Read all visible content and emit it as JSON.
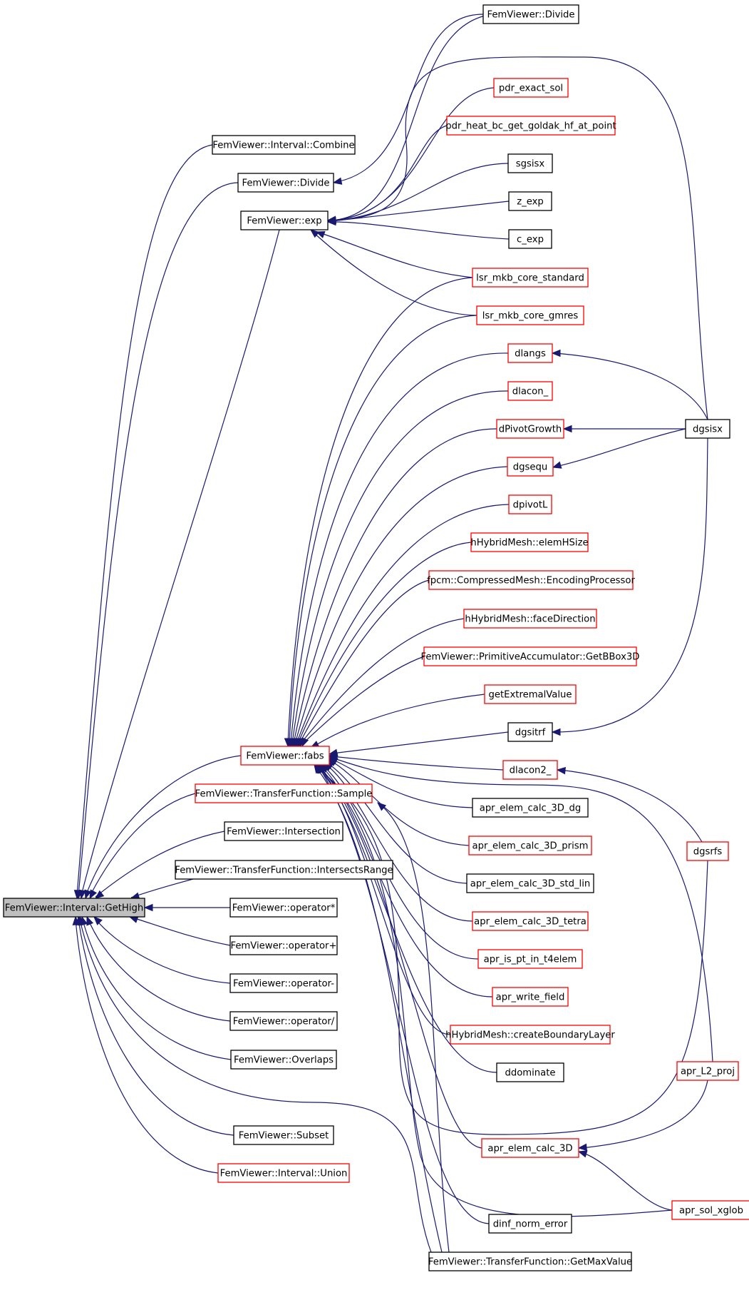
{
  "edge_color": "#191970",
  "border_colors": {
    "black": "#000000",
    "red": "#ff0000",
    "root_fill": "#bfbfbf"
  },
  "nodes": [
    {
      "id": "gethigh",
      "label": "FemViewer::Interval::GetHigh",
      "color": "root"
    },
    {
      "id": "combine",
      "label": "FemViewer::Interval::Combine",
      "color": "black"
    },
    {
      "id": "divide_l",
      "label": "FemViewer::Divide",
      "color": "black"
    },
    {
      "id": "exp",
      "label": "FemViewer::exp",
      "color": "black"
    },
    {
      "id": "fabs",
      "label": "FemViewer::fabs",
      "color": "red"
    },
    {
      "id": "sample",
      "label": "FemViewer::TransferFunction::Sample",
      "color": "red"
    },
    {
      "id": "intersection",
      "label": "FemViewer::Intersection",
      "color": "black"
    },
    {
      "id": "intersectsrange",
      "label": "FemViewer::TransferFunction::IntersectsRange",
      "color": "black"
    },
    {
      "id": "opmul",
      "label": "FemViewer::operator*",
      "color": "black"
    },
    {
      "id": "opplus",
      "label": "FemViewer::operator+",
      "color": "black"
    },
    {
      "id": "opminus",
      "label": "FemViewer::operator-",
      "color": "black"
    },
    {
      "id": "opdiv",
      "label": "FemViewer::operator/",
      "color": "black"
    },
    {
      "id": "overlaps",
      "label": "FemViewer::Overlaps",
      "color": "black"
    },
    {
      "id": "subset",
      "label": "FemViewer::Subset",
      "color": "black"
    },
    {
      "id": "union",
      "label": "FemViewer::Interval::Union",
      "color": "red"
    },
    {
      "id": "divide_r",
      "label": "FemViewer::Divide",
      "color": "black"
    },
    {
      "id": "pdr_exact",
      "label": "pdr_exact_sol",
      "color": "red"
    },
    {
      "id": "pdr_heat",
      "label": "pdr_heat_bc_get_goldak_hf_at_point",
      "color": "red"
    },
    {
      "id": "sgsisx",
      "label": "sgsisx",
      "color": "black"
    },
    {
      "id": "z_exp",
      "label": "z_exp",
      "color": "black"
    },
    {
      "id": "c_exp",
      "label": "c_exp",
      "color": "black"
    },
    {
      "id": "lsr_std",
      "label": "lsr_mkb_core_standard",
      "color": "red"
    },
    {
      "id": "lsr_gmres",
      "label": "lsr_mkb_core_gmres",
      "color": "red"
    },
    {
      "id": "dlangs",
      "label": "dlangs",
      "color": "red"
    },
    {
      "id": "dlacon",
      "label": "dlacon_",
      "color": "red"
    },
    {
      "id": "dpivotgrowth",
      "label": "dPivotGrowth",
      "color": "red"
    },
    {
      "id": "dgsequ",
      "label": "dgsequ",
      "color": "red"
    },
    {
      "id": "dpivotl",
      "label": "dpivotL",
      "color": "red"
    },
    {
      "id": "elemhsize",
      "label": "hHybridMesh::elemHSize",
      "color": "red"
    },
    {
      "id": "encproc",
      "label": "fpcm::CompressedMesh::EncodingProcessor",
      "color": "red"
    },
    {
      "id": "facedir",
      "label": "hHybridMesh::faceDirection",
      "color": "red"
    },
    {
      "id": "getbbox",
      "label": "FemViewer::PrimitiveAccumulator::GetBBox3D",
      "color": "red"
    },
    {
      "id": "getextremal",
      "label": "getExtremalValue",
      "color": "red"
    },
    {
      "id": "dgsitrf",
      "label": "dgsitrf",
      "color": "black"
    },
    {
      "id": "dlacon2",
      "label": "dlacon2_",
      "color": "red"
    },
    {
      "id": "apr_dg",
      "label": "apr_elem_calc_3D_dg",
      "color": "black"
    },
    {
      "id": "apr_prism",
      "label": "apr_elem_calc_3D_prism",
      "color": "red"
    },
    {
      "id": "apr_stdlin",
      "label": "apr_elem_calc_3D_std_lin",
      "color": "black"
    },
    {
      "id": "apr_tetra",
      "label": "apr_elem_calc_3D_tetra",
      "color": "red"
    },
    {
      "id": "apr_ispt",
      "label": "apr_is_pt_in_t4elem",
      "color": "red"
    },
    {
      "id": "apr_write",
      "label": "apr_write_field",
      "color": "red"
    },
    {
      "id": "createbl",
      "label": "hHybridMesh::createBoundaryLayer",
      "color": "red"
    },
    {
      "id": "ddominate",
      "label": "ddominate",
      "color": "black"
    },
    {
      "id": "apr_calc3d",
      "label": "apr_elem_calc_3D",
      "color": "red"
    },
    {
      "id": "dinf",
      "label": "dinf_norm_error",
      "color": "black"
    },
    {
      "id": "getmax",
      "label": "FemViewer::TransferFunction::GetMaxValue",
      "color": "black"
    },
    {
      "id": "dgsisx",
      "label": "dgsisx",
      "color": "black"
    },
    {
      "id": "dgsrfs",
      "label": "dgsrfs",
      "color": "red"
    },
    {
      "id": "apr_l2",
      "label": "apr_L2_proj",
      "color": "red"
    },
    {
      "id": "apr_xglob",
      "label": "apr_sol_xglob",
      "color": "red"
    }
  ],
  "edges": [
    {
      "from": "combine",
      "to": "gethigh"
    },
    {
      "from": "divide_l",
      "to": "gethigh"
    },
    {
      "from": "exp",
      "to": "gethigh"
    },
    {
      "from": "fabs",
      "to": "gethigh"
    },
    {
      "from": "sample",
      "to": "gethigh"
    },
    {
      "from": "intersection",
      "to": "gethigh"
    },
    {
      "from": "intersectsrange",
      "to": "gethigh"
    },
    {
      "from": "opmul",
      "to": "gethigh"
    },
    {
      "from": "opplus",
      "to": "gethigh"
    },
    {
      "from": "opminus",
      "to": "gethigh"
    },
    {
      "from": "opdiv",
      "to": "gethigh"
    },
    {
      "from": "overlaps",
      "to": "gethigh"
    },
    {
      "from": "subset",
      "to": "gethigh"
    },
    {
      "from": "union",
      "to": "gethigh"
    },
    {
      "from": "getmax",
      "to": "gethigh"
    },
    {
      "from": "divide_r",
      "to": "divide_l"
    },
    {
      "from": "divide_r",
      "to": "exp"
    },
    {
      "from": "dgsisx",
      "to": "exp"
    },
    {
      "from": "pdr_exact",
      "to": "exp"
    },
    {
      "from": "pdr_heat",
      "to": "exp"
    },
    {
      "from": "sgsisx",
      "to": "exp"
    },
    {
      "from": "z_exp",
      "to": "exp"
    },
    {
      "from": "c_exp",
      "to": "exp"
    },
    {
      "from": "lsr_std",
      "to": "exp"
    },
    {
      "from": "lsr_gmres",
      "to": "exp"
    },
    {
      "from": "lsr_std",
      "to": "fabs"
    },
    {
      "from": "lsr_gmres",
      "to": "fabs"
    },
    {
      "from": "dlangs",
      "to": "fabs"
    },
    {
      "from": "dlacon",
      "to": "fabs"
    },
    {
      "from": "dpivotgrowth",
      "to": "fabs"
    },
    {
      "from": "dgsequ",
      "to": "fabs"
    },
    {
      "from": "dpivotl",
      "to": "fabs"
    },
    {
      "from": "elemhsize",
      "to": "fabs"
    },
    {
      "from": "encproc",
      "to": "fabs"
    },
    {
      "from": "facedir",
      "to": "fabs"
    },
    {
      "from": "getbbox",
      "to": "fabs"
    },
    {
      "from": "getextremal",
      "to": "fabs"
    },
    {
      "from": "dgsitrf",
      "to": "fabs"
    },
    {
      "from": "dlacon2",
      "to": "fabs"
    },
    {
      "from": "apr_l2",
      "to": "fabs"
    },
    {
      "from": "apr_dg",
      "to": "fabs"
    },
    {
      "from": "apr_prism",
      "to": "fabs"
    },
    {
      "from": "apr_stdlin",
      "to": "fabs"
    },
    {
      "from": "apr_tetra",
      "to": "fabs"
    },
    {
      "from": "apr_ispt",
      "to": "fabs"
    },
    {
      "from": "apr_write",
      "to": "fabs"
    },
    {
      "from": "createbl",
      "to": "fabs"
    },
    {
      "from": "ddominate",
      "to": "fabs"
    },
    {
      "from": "dgsrfs",
      "to": "fabs"
    },
    {
      "from": "apr_calc3d",
      "to": "fabs"
    },
    {
      "from": "dinf",
      "to": "fabs"
    },
    {
      "from": "getmax",
      "to": "fabs"
    },
    {
      "from": "getmax",
      "to": "sample"
    },
    {
      "from": "apr_xglob",
      "to": "fabs"
    },
    {
      "from": "dgsisx",
      "to": "dlangs"
    },
    {
      "from": "dgsisx",
      "to": "dpivotgrowth"
    },
    {
      "from": "dgsisx",
      "to": "dgsequ"
    },
    {
      "from": "dgsisx",
      "to": "dgsitrf"
    },
    {
      "from": "dgsrfs",
      "to": "dlacon2"
    },
    {
      "from": "apr_l2",
      "to": "apr_calc3d"
    },
    {
      "from": "apr_xglob",
      "to": "apr_calc3d"
    }
  ]
}
